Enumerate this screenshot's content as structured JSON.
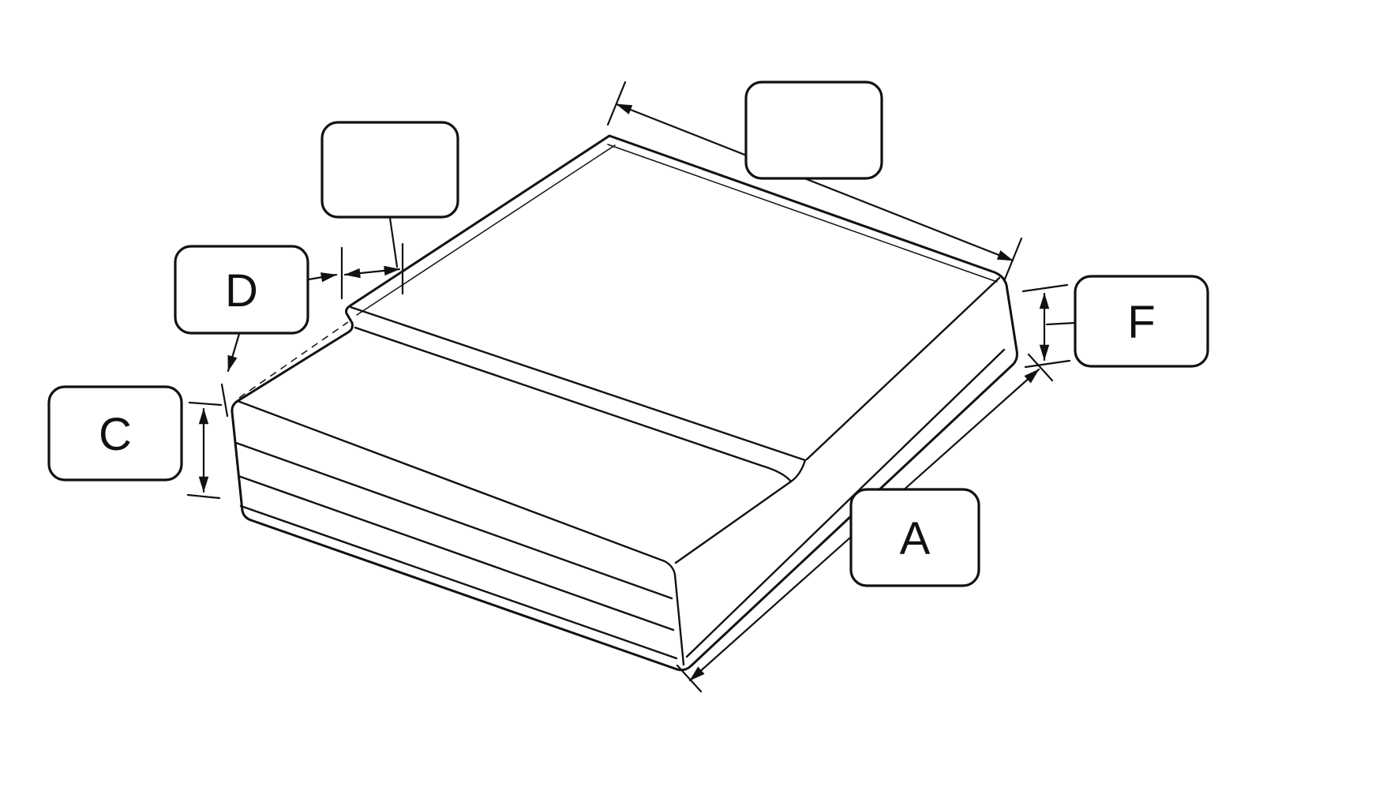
{
  "diagram": {
    "type": "isometric-technical-drawing",
    "background_color": "#ffffff",
    "line_color": "#111111",
    "callouts": {
      "top_width": {
        "label": ""
      },
      "step_width": {
        "label": ""
      },
      "d": {
        "label": "D"
      },
      "c": {
        "label": "C"
      },
      "f": {
        "label": "F"
      },
      "a": {
        "label": "A"
      }
    }
  }
}
